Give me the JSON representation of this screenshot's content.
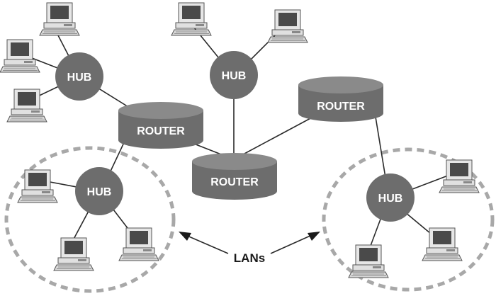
{
  "labels": {
    "hub": "HUB",
    "router": "ROUTER",
    "lans": "LANs"
  },
  "colors": {
    "node_fill": "#6d6d6d",
    "node_top": "#8a8a8a",
    "line": "#2a2a2a",
    "lan_border": "#a8a8a8",
    "computer_body": "#e6e6e6",
    "computer_outline": "#555555",
    "screen": "#4a4a4a"
  },
  "icons": [
    "computer-icon"
  ]
}
